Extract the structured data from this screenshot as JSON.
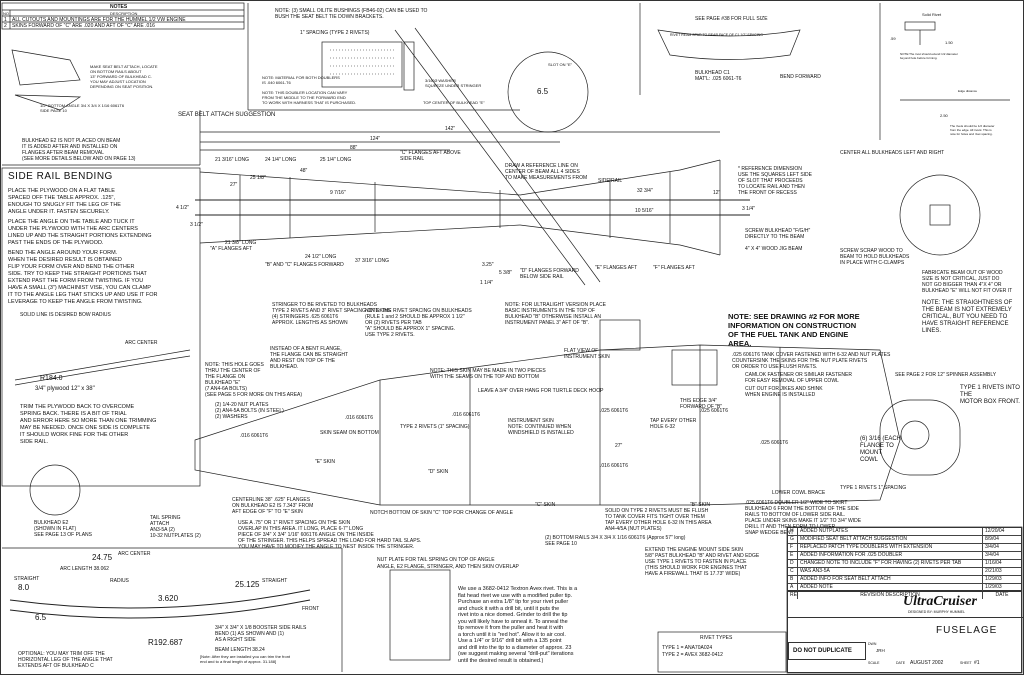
{
  "notes_table": {
    "title": "NOTES",
    "header_no": "NO",
    "header_desc": "DESCRIPTION",
    "rows": [
      {
        "no": "1",
        "text": "ALL CUTOUTS AND MOUNTINGS ARE FOR THE HUMMEL 1/2 VW ENGINE"
      },
      {
        "no": "2",
        "text": "SKINS FORWARD OF \"C\" ARE .020 AND AFT OF \"C\" ARE .016"
      }
    ]
  },
  "seat_belt": {
    "top_note": "NOTE: (3) SMALL OILITE BUSHINGS (FB46-02) CAN BE USED TO\nBUSH THE SEAT BELT TIE DOWN BRACKETS.",
    "spacing": "1\" SPACING (TYPE 2 RIVETS)",
    "left_note": "MAKE SEAT BELT ATTACH, LOCATE\nON BOTTOM RAILS ABOUT\n13\" FORWARD OF BULKHEAD C.\nYOU MAY ADJUST LOCATION\nDEPENDING ON SEAT POSITION.",
    "material_note": "NOTE: MATERIAL FOR BOTH DOUBLERS\nIS .040 6061-T6",
    "location_note": "NOTE: THIS DOUBLER LOCATION CAN VARY\nFROM THE MIDDLE TO THE FORWARD END\nTO WORK WITH HARNESS THAT IS PURCHASED.",
    "washer_note": "3/16\"Ø WASHER\nSQUEEZE UNDER STRINGER",
    "top_center_note": "TOP CENTER OF BULKHEAD \"E\"",
    "bottom_angle_note": "1/2\" BOTTOM ANGLE 3/4 X 3/4 X 1/16 6061T6\nSIDE PAGE 10",
    "caption": "SEAT BELT ATTACH SUGGESTION"
  },
  "detail_circle": {
    "slot_label": "SLOT ON \"E\"",
    "dimension": "6.5"
  },
  "bulkhead_c1": {
    "see_page": "SEE PAGE #38 FOR FULL SIZE",
    "rivet_note": "RIVET REAM SPAR TO REAR FACE OF C1 1/2\" SPACING",
    "label": "BULKHEAD C1\nMAT'L: .025  6061-T6",
    "bend": "BEND FORWARD"
  },
  "solid_rivet": {
    "title": "Solid Rivet",
    "dim1": ".59",
    "dim2": "1.50",
    "dim3": "2.50",
    "note1": "NOTE:The rivet should extend 1/2 diameter\nbeyond hole before forming.",
    "note2": "Edge distance",
    "note3": "The rivets should be 1/2 diameter\nfrom the edge. All rivets: This is\nnote for holes and rivet spacing."
  },
  "top_view": {
    "bulkhead_note": "BULKHEAD E2 IS NOT PLACED ON BEAM\nIT IS ADDED AFTER AND INSTALLED ON\nFLANGES AFTER BEAM REMOVAL\n(SEE MORE DETAILS BELOW AND ON PAGE 13)",
    "dim_overall": "142\"",
    "dim_124": "124\"",
    "dim_88": "88\"",
    "dim_48": "48\"",
    "dim_25_1_8": "25 1/8\"",
    "dim_27": "27\"",
    "dim_21_3_16": "21 3/16\" LONG",
    "dim_24_1_4": "24 1/4\" LONG",
    "dim_25_1_4": "25 1/4\" LONG",
    "flanges_above": "\"C\" FLANGES AFT ABOVE\nSIDE RAIL",
    "ref_line_note": "DRAW A REFERENCE LINE ON\nCENTER OF BEAM ALL 4 SIDES\nTO MAKE MEASUREMENTS FROM",
    "side_rail": "SIDE RAIL",
    "dim_32_3_4": "32 3/4\"",
    "dim_9_7_16": "9 7/16\"",
    "dim_4_1_2": "4 1/2\"",
    "dim_3_1_4": "3 1/4\"",
    "dim_10_5_16": "10 5/16\"",
    "dim_12": "12\"",
    "dim_3_1_2": "3 1/2\"",
    "ref_dim_note": "* REFERENCE DIMENSION\nUSE THE SQUARES LEFT SIDE\nOF SLOT THAT PROCEEDS\nTO LOCATE RAIL AND THEN\nTHE FRONT OF RECESS",
    "screw_note": "SCREW BULKHEAD \"F/G/H\"\nDIRECTLY TO THE BEAM",
    "jig_beam": "4\" X 4\" WOOD JIG BEAM",
    "flanges_aft_left": "\"A\" FLANGES AFT",
    "long_21_3_8": "21 3/8\" LONG",
    "long_24_1_2": "24 1/2\" LONG",
    "long_37_3_16": "37 3/16\" LONG",
    "flanges_forward_a": "\"B\" AND \"C\" FLANGES FORWARD",
    "flanges_forward_d": "\"D\" FLANGES FORWARD\nBELOW SIDE RAIL",
    "flanges_aft_e": "\"E\" FLANGES AFT",
    "flanges_aft_f": "\"F\" FLANGES AFT",
    "dim_3_25": "3.25\"",
    "dim_5_3_8": "5 3/8\"",
    "dim_1_1_4": "1 1/4\""
  },
  "center_bulkheads": {
    "title": "CENTER ALL BULKHEADS LEFT AND RIGHT",
    "screw_note": "SCREW SCRAP WOOD TO\nBEAM TO HOLD BULKHEADS\nIN PLACE WITH C-CLAMPS",
    "fabricate_note": "FABRICATE BEAM OUT OF WOOD\nSIZE IS NOT CRITICAL, JUST DO\nNOT GO BIGGER THAN 4\"X 4\" OR\nBULKHEAD \"E\" WILL NOT FIT OVER IT",
    "straight_note": "NOTE: THE STRAIGHTNESS OF\nTHE BEAM IS NOT EXTREMELY\nCRITICAL, BUT YOU NEED TO\nHAVE STRAIGHT REFERENCE\nLINES."
  },
  "side_rail_bending": {
    "title": "SIDE RAIL BENDING",
    "p1": "PLACE THE PLYWOOD ON A FLAT TABLE\nSPACED OFF THE TABLE APPROX. .125\",\nENOUGH TO SNUGLY FIT THE LEG OF THE\nANGLE UNDER IT. FASTEN SECURELY.",
    "p2": "PLACE THE ANGLE ON THE TABLE AND TUCK IT\nUNDER THE PLYWOOD WITH THE ARC CENTERS\nLINED UP AND THE STRAIGHT PORTIONS EXTENDING\nPAST THE ENDS OF THE PLYWOOD.",
    "p3": "BEND THE ANGLE AROUND YOUR FORM.\nWHEN THE DESIRED RESULT IS OBTAINED\nFLIP YOUR FORM OVER AND BEND THE OTHER\nSIDE. TRY TO KEEP THE STRAIGHT PORTIONS THAT\nEXTEND PAST THE FORM FROM TWISTING. IF YOU\nHAVE A SMALL (3\") MACHINIST VISE, YOU CAN CLAMP\nIT TO THE ANGLE LEG THAT STICKS UP AND USE IT FOR\nLEVERAGE TO KEEP THE ANGLE FROM TWISTING.",
    "solid_line": "SOLID LINE IS DESIRED BOW RADIUS",
    "arc_center": "ARC CENTER",
    "radius": "R184.0",
    "plywood": "3/4\" plywood  12\" x 38\"",
    "trim_note": "TRIM THE PLYWOOD BACK TO OVERCOME\nSPRING BACK. THERE IS A BIT OF TRIAL\nAND ERROR HERE SO MORE THAN ONE TRIMMING\nMAY BE NEEDED. ONCE ONE SIDE IS COMPLETE\nIT SHOULD WORK FINE FOR THE OTHER\nSIDE RAIL."
  },
  "stringer_note": "STRINGER TO BE RIVETED TO BULKHEADS\nTYPE 2 RIVETS AND 3\" RIVET SPACING ON SKINS\n(4) STRINGERS .625 6061T6\nAPPROX. LENGTHS AS SHOWN",
  "bent_flange_note": "INSTEAD OF A BENT FLANGE,\nTHE FLANGE CAN BE STRAIGHT\nAND REST ON TOP OF THE\nBULKHEAD.",
  "rivet_spacing_note": "NOTE: THE RIVET SPACING ON BULKHEADS\n(RULE 1 and 2 SHOULD BE APPROX 1 1/2\"\nOR (2) RIVETS PER TAB\n\"A\" SHOULD BE APPROX 1\" SPACING.\nUSE TYPE 2 RIVETS.",
  "ultralight_note": "NOTE: FOR ULTRALIGHT VERSION PLACE\nBASIC INSTRUMENTS IN THE TOP OF\nBULKHEAD \"B\" OTHERWISE INSTALL AN\nINSTRUMENT PANEL 3\" AFT OF \"B\".",
  "drawing2_note": "NOTE: SEE DRAWING #2 FOR MORE\nINFORMATION ON CONSTRUCTION\nOF THE FUEL TANK AND ENGINE\nAREA.",
  "cowl_notes": {
    "cover": ".025 6061T6 TANK COVER FASTENED WITH 6-32 AND NUT PLATES\nCOUNTERSINK THE SKINS FOR THE NUT PLATE RIVETS\nOR ORDER TO USE FLUSH RIVETS.",
    "camlok": "CAMLOK FASTENER OR SIMILAR FASTENER\nFOR EASY REMOVAL OF UPPER COWL",
    "cut_out": "CUT OUT FOR JIKES AND SHINK\nWHEN ENGINE IS INSTALLED",
    "spinner": "SEE PAGE 2 FOR 12\" SPINNER ASSEMBLY",
    "type1": "TYPE 1 RIVETS INTO THE\nMOTOR BOX FRONT.",
    "edge_4": "THIS EDGE 3/4\"\nFORWARD OF \"B\"",
    "flat_view": "FLAT VIEW OF\nINSTRUMENT SKIN",
    "two_pieces": "NOTE: THIS SKIN MAY BE MADE IN TWO PIECES\nWITH THE SEAMS ON THE TOP AND BOTTOM",
    "leave": "LEAVE A 3/4\" OVER HANG FOR TURTLE DECK HOOP",
    "instr_skin": "INSTRUMENT SKIN\nNOTE: CONTINUED WHEN\nWINDSHIELD IS INSTALLED",
    "tap_every": "TAP EVERY OTHER\nHOLE 6-32",
    "mat025_a": ".025 6061T6",
    "mat025_b": ".025 6061T6",
    "mat025_c": ".025 6061T6",
    "mat016_a": ".016 6061T6",
    "mat016_b": ".016 6061T6",
    "mat016_c": ".016 6061T6",
    "mat016_d": ".016 6061T6",
    "dim_27": "27\"",
    "a3": "(6) 3/16 (EACH\nFLANGE TO\nMOUNT\nCOWL",
    "type1_spacing": "TYPE 1 RIVETS 1\" SPACING",
    "lower_cowl": "LOWER COWL BRACE",
    "weld_bracket": ".025 6061T6 DOUBLER 1/2\" WIDE TO SKIRT\nBULKHEAD 6 FROM THE BOTTOM OF THE SIDE\nRAILS TO BOTTOM OF LOWER SIDE RAIL.\nPLACE UNDER SKINS MAKE IT 1/2\" TO 3/4\" WIDE\nDRILL IT AND THEN FORM TO LOWER\nSNAP WEDGE BENT"
  },
  "bulkhead_notes": {
    "holes": "NOTE: THIS HOLE GOES\nTHRU THE CENTER OF\nTHE FLANGE ON\nBULKHEAD \"E\"\n(7 AN4-6A BOLTS)\n(SEE PAGE 5 FOR MORE ON THIS AREA)",
    "bolts": "(2) 1/4-20 NUT PLATES\n(2) AN4-5A BOLTS (IN STEEL)\n(2) WASHERS",
    "skin_seam": "SKIN SEAM ON BOTTOM",
    "type2": "TYPE 2 RIVETS (1\" SPACING)",
    "e_skin": "\"E\" SKIN",
    "d_skin": "\"D\" SKIN",
    "c_skin": "\"C\" SKIN",
    "b_skin": "\"B\" SKIN",
    "notch": "NOTCH BOTTOM OF SKIN \"C\" TOP FOR CHANGE OF ANGLE",
    "centerline": "CENTERLINE 38\" .625\" FLANGES\nON BULKHEAD E2 IS 7.343\" FROM\nAFT EDGE OF \"F\" TO \"E\" SKIN",
    "solid_rivets": "SOLID ON TYPE 2 RIVETS MUST BE FLUSH\nTO TANK COVER FITS TIGHT OVER THEM\nTAP EVERY OTHER HOLE 6-32 IN THIS AREA\nAN4-4/5A (NUT PLATES)",
    "nut_plates": "(2) BOTTOM RAILS 3/4 X 3/4 X 1/16 6061T6 (Approx 57\" long)\nSEE PAGE 10",
    "skin_rivet": "USE A .75\" OR 1\" RIVET SPACING ON THE SKIN\nOVERLAP IN THIS AREA. IT LONG, PLACE 6-7\" LONG\nPIECE OF 3/4\" X 3/4\" 1/16\" 6061T6 ANGLE ON THE INSIDE\nOF THE STRINGER. THIS HELPS SPREAD THE LOAD FOR HARD TAIL SLAPS.\nYOU MAY HAVE TO MODIFY THE ANGLE TO NEST INSIDE THE STRINGER.",
    "bulkhead_e2": "BULKHEAD E2\n(SHOWN IN FLAT)\nSEE PAGE 13 OF PLANS",
    "tail_spring": "TAIL SPRING\nATTACH\nAN3-5A (2)\n10-32 NUTPLATES (2)",
    "nut_plate": "NUT PLATE FOR TAIL SPRING ON TOP OF ANGLE",
    "angle": "ANGLE, E2 FLANGE, STRINGER, AND THEN SKIN OVERLAP",
    "extend": "EXTEND THE ENGINE MOUNT SIDE SKIN\n5/8\" PAST BULKHEAD \"B\" AND RIVET AND EDGE\nUSE TYPE 1 RIVETS TO FASTEN IN PLACE\n(THIS SHOULD WORK FOR ENGINES THAT\nHAVE A FIREWALL THAT IS 17.73\" WIDE)"
  },
  "rivet_text": "We use a 3682-0412 Textron Avex rivet. This is a\nflat head rivet we use with a modified puller tip.\nPurchase an extra 1/8\" tip for your rivet puller\nand chuck it with a drill bit, until it puts the\nrivet into a nice domed. Grinder to drill the tip\nyou will likely have to anneal it. To anneal the\ntip remove it from the puller and heat it with\na torch until it is \"red hot\". Allow it to air cool.\nUse a 1/4\" or 9/16\" drill bit with a 135 point\nand drill into the tip to a diameter of approx. 23\n(we suggest making several \"drill-put\" iterations\nuntil the desired result is obtained.)",
  "bottom_left": {
    "dim_24_75": "24.75",
    "arc_center": "ARC CENTER",
    "arc_length": "ARC LENGTH 38.062",
    "straight1": "STRAIGHT",
    "radius": "RADIUS",
    "dim_8": "8.0",
    "dim_25_125": "25.125",
    "straight2": "STRAIGHT",
    "dim_3_62": "3.620",
    "dim_6_5": "6.5",
    "front": "FRONT",
    "r192": "R192.687",
    "boost_note": "3/4\" X 3/4\" X 1/8 BOOSTER SIDE RAILS\nBEND (1) AS SHOWN AND (1)\nAS A RIGHT SIDE",
    "beam_length": "BEAM LENGTH 38.24",
    "tiny_note": "[Note: After they are installed you can trim the front\nend and to a final length of approx. 31.188]",
    "optional": "OPTIONAL: YOU MAY TRIM OFF THE\nHORIZONTAL LEG OF THE ANGLE THAT\nEXTENDS AFT OF BULKHEAD C"
  },
  "rivet_types": {
    "title": "RIVET TYPES",
    "type1": "TYPE 1 = ANA70A024",
    "type2": "TYPE 2 = AVEX 3682-0412"
  },
  "revisions": {
    "rows": [
      {
        "rev": "H",
        "desc": "ADDED NUTPLATES",
        "date": "12/20/04"
      },
      {
        "rev": "G",
        "desc": "MODIFIED SEAT BELT ATTACH SUGGESTION",
        "date": "8/9/04"
      },
      {
        "rev": "F",
        "desc": "REPLACED PATCH TYPE DOUBLERS WITH EXTENSION",
        "date": "3/4/04"
      },
      {
        "rev": "E",
        "desc": "ADDED INFORMATION FOR .025 DOUBLER",
        "date": "3/4/04"
      },
      {
        "rev": "D",
        "desc": "CHANGED NOTE TO INCLUDE \"F\" FOR HAVING (2) RIVETS PER TAB",
        "date": "1/16/04"
      },
      {
        "rev": "C",
        "desc": "WAS AN3-5A",
        "date": "2/21/03"
      },
      {
        "rev": "B",
        "desc": "ADDED INFO FOR SEAT BELT ATTACH",
        "date": "1/29/03"
      },
      {
        "rev": "A",
        "desc": "ADDED NOTE",
        "date": "1/29/03"
      }
    ],
    "rev_col": "REV",
    "desc_col": "REVISION DESCRIPTION",
    "date_col": "DATE"
  },
  "title_block": {
    "logo": "UltraCruiser",
    "logo_sub": "DESIGNED BY: MURPHY HUMMEL",
    "title": "FUSELAGE",
    "do_not_duplicate": "DO NOT DUPLICATE",
    "drawn_by_label": "DWN",
    "drawn_by": "JRH",
    "date_label": "DATE",
    "date": "AUGUST 2002",
    "sheet_label": "SHEET",
    "sheet": "#1",
    "scale_label": "SCALE"
  }
}
